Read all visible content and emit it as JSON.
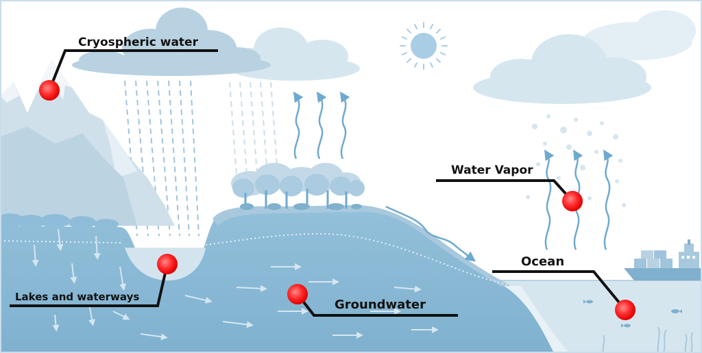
{
  "labels": {
    "cryospheric": "Cryospheric water",
    "lakes": "Lakes and waterways",
    "groundwater": "Groundwater",
    "water_vapor": "Water Vapor",
    "ocean": "Ocean"
  },
  "colors": {
    "frame": "#c9dde9",
    "sky": "#ffffff",
    "cloud": "#bcd3e2",
    "cloud_dark": "#a9c6d9",
    "mountain": "#cfe0ea",
    "snow": "#f2f7fa",
    "land": "#7fb0cd",
    "ground_water": "#8dbcd8",
    "surface": "#a8c9dd",
    "ocean": "#d6e6ef",
    "arrow": "#6ea9cf",
    "sun": "#a9cde4",
    "marker": "#ff2a2a",
    "leader": "#111111"
  },
  "icons": {
    "sun": "sun-icon",
    "ship": "cargo-ship-icon",
    "fish": "fish-icon",
    "tree": "tree-icon",
    "evaporation": "wavy-arrow-icon"
  }
}
